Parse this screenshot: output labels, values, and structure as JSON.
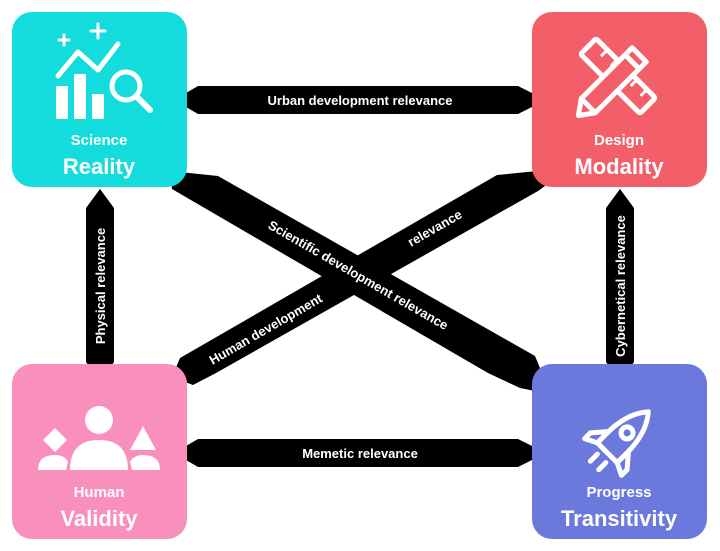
{
  "nodes": {
    "science": {
      "small": "Science",
      "big": "Reality",
      "color": "#14DCDC",
      "icon": "chart-search-icon"
    },
    "design": {
      "small": "Design",
      "big": "Modality",
      "color": "#F25F69",
      "icon": "pencil-ruler-icon"
    },
    "human": {
      "small": "Human",
      "big": "Validity",
      "color": "#F88FBC",
      "icon": "people-shapes-icon"
    },
    "progress": {
      "small": "Progress",
      "big": "Transitivity",
      "color": "#6B78DC",
      "icon": "rocket-icon"
    }
  },
  "edges": {
    "urban": "Urban development relevance",
    "memetic": "Memetic relevance",
    "physical": "Physical relevance",
    "cybernetical": "Cybernetical relevance",
    "scientific": "Scientific development relevance",
    "human_dev_1": "Human development",
    "human_dev_2": "relevance"
  },
  "colors": {
    "arrow": "#000000",
    "text": "#ffffff"
  }
}
